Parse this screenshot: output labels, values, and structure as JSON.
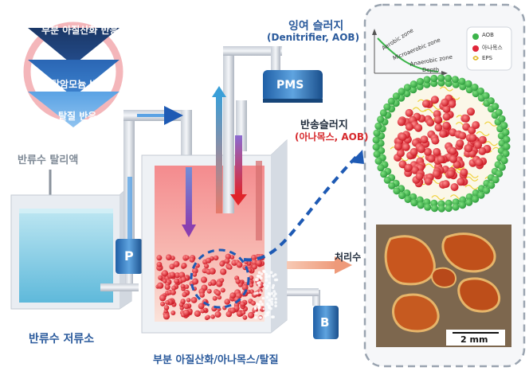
{
  "stages": {
    "s1": "부분 아질산화 반응",
    "s2": "탈암모늄 반응",
    "s3": "탈질 반응"
  },
  "return_liquor": "반류수 탈리액",
  "storage_tank": "반류수 저류소",
  "reactor": "부분 아질산화/아나목스/탈질",
  "sludge_top": {
    "title": "잉여 슬러지",
    "sub": "(Denitrifier, AOB)"
  },
  "pms": "PMS",
  "return_sludge": {
    "title": "반송슬러지",
    "sub": "(아나목스, AOB)"
  },
  "pump_p": "P",
  "pump_b": "B",
  "effluent": "처리수",
  "granule": {
    "zones": [
      "Aerobic zone",
      "Microaerobic zone",
      "Anaerobic zone"
    ],
    "depth": "Depth",
    "legend": [
      "AOB",
      "아나목스",
      "EPS"
    ],
    "colors": {
      "aob": "#3cb44a",
      "anammox": "#e0263a",
      "eps": "#f0d23c"
    }
  },
  "micrograph": {
    "scale": "2 mm"
  }
}
